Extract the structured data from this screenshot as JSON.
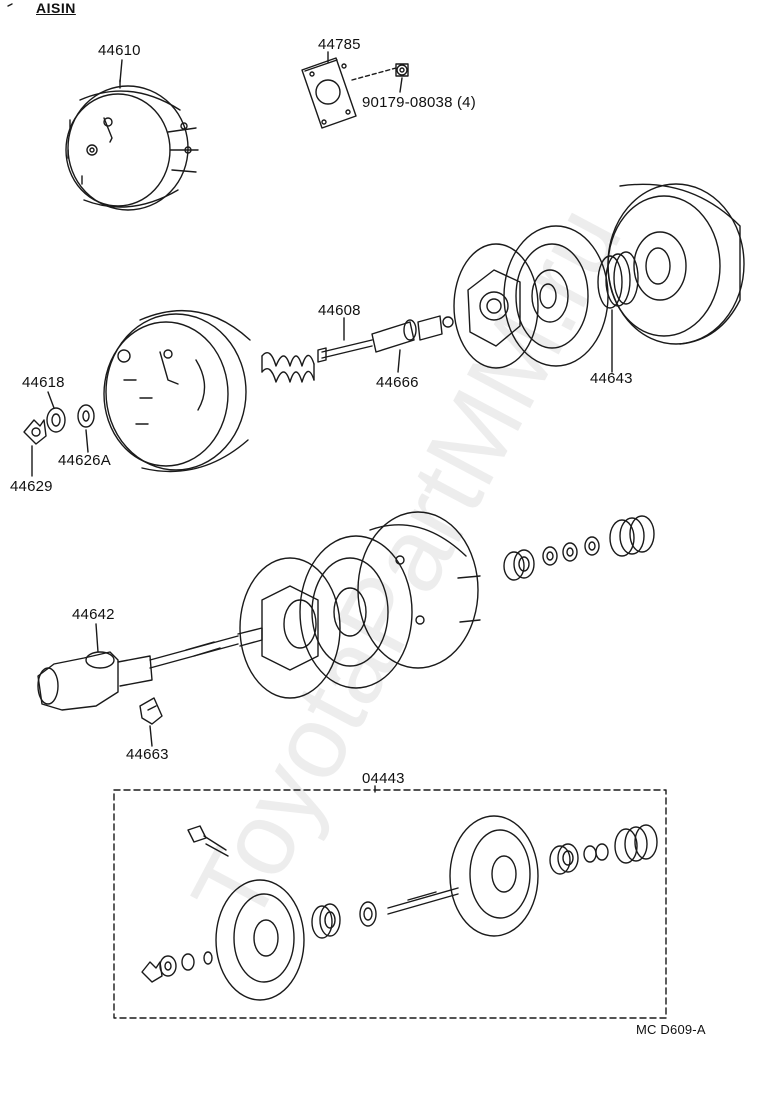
{
  "brand": "AISIN",
  "watermark": "ToyotaPartMM.ru",
  "drawing_code": "MC  D609-A",
  "parts": {
    "p44610": "44610",
    "p44785": "44785",
    "p90179": "90179-08038 (4)",
    "p44608": "44608",
    "p44666": "44666",
    "p44643": "44643",
    "p44618": "44618",
    "p44626A": "44626A",
    "p44629": "44629",
    "p44642": "44642",
    "p44663": "44663",
    "p04443": "04443"
  },
  "colors": {
    "line": "#1a1a1a",
    "paper": "#ffffff"
  }
}
